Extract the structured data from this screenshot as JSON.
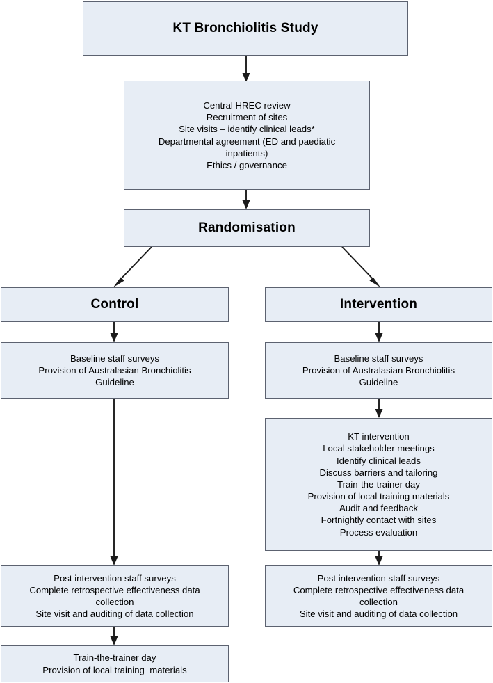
{
  "diagram": {
    "title": "KT Bronchiolitis Study flowchart",
    "colors": {
      "node_fill": "#e7edf5",
      "node_border": "#5c6270",
      "edge": "#1b1b1b",
      "text": "#000000",
      "background": "#ffffff"
    },
    "nodes": [
      {
        "id": "study",
        "style": "title",
        "lines": [
          "KT Bronchiolitis Study"
        ]
      },
      {
        "id": "setup",
        "style": "body",
        "lines": [
          "Central HREC review",
          "Recruitment of sites",
          "Site visits – identify clinical leads*",
          "Departmental agreement (ED and paediatic",
          "inpatients)",
          "Ethics / governance"
        ]
      },
      {
        "id": "randomisation",
        "style": "title",
        "lines": [
          "Randomisation"
        ]
      },
      {
        "id": "control",
        "style": "title",
        "lines": [
          "Control"
        ]
      },
      {
        "id": "intervention",
        "style": "title",
        "lines": [
          "Intervention"
        ]
      },
      {
        "id": "control-baseline",
        "style": "body",
        "lines": [
          "Baseline staff surveys",
          "Provision of Australasian Bronchiolitis",
          "Guideline"
        ]
      },
      {
        "id": "intervention-baseline",
        "style": "body",
        "lines": [
          "Baseline staff surveys",
          "Provision of Australasian Bronchiolitis",
          "Guideline"
        ]
      },
      {
        "id": "kt-intervention",
        "style": "body",
        "lines": [
          "KT intervention",
          "Local stakeholder meetings",
          "Identify clinical leads",
          "Discuss barriers and tailoring",
          "Train-the-trainer day",
          "Provision of local training materials",
          "Audit and feedback",
          "Fortnightly contact with sites",
          "Process evaluation"
        ]
      },
      {
        "id": "control-post",
        "style": "body",
        "lines": [
          "Post intervention staff surveys",
          "Complete retrospective effectiveness data",
          "collection",
          "Site visit and auditing of data collection"
        ]
      },
      {
        "id": "intervention-post",
        "style": "body",
        "lines": [
          "Post intervention staff surveys",
          "Complete retrospective effectiveness data",
          "collection",
          "Site visit and auditing of data collection"
        ]
      },
      {
        "id": "control-training",
        "style": "body",
        "lines": [
          "Train-the-trainer day",
          "Provision of local training  materials"
        ]
      }
    ]
  }
}
